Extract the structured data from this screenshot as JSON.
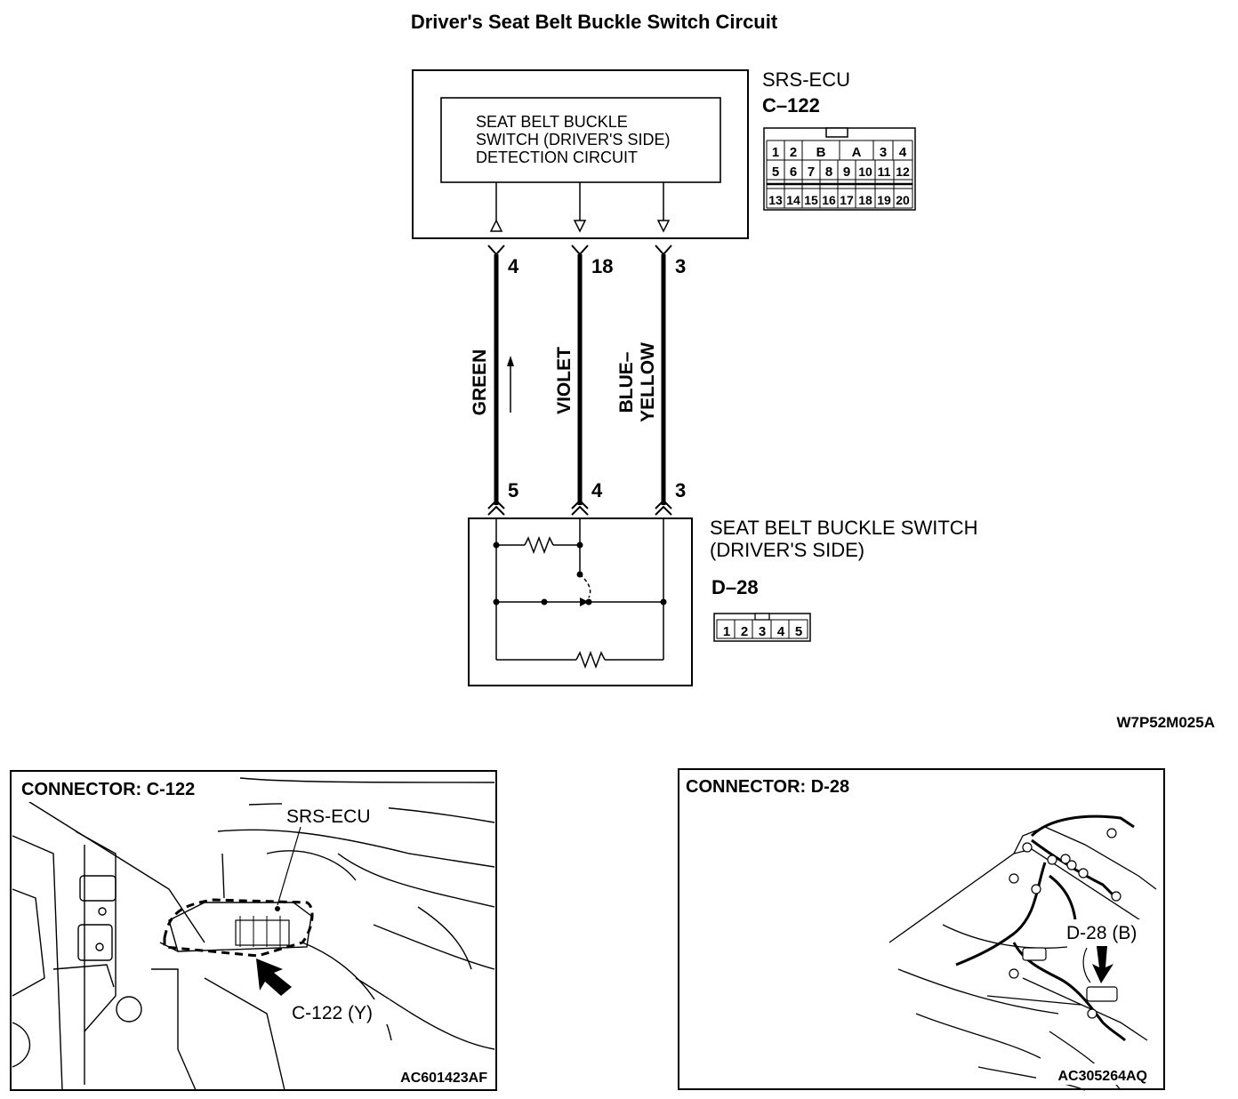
{
  "title": "Driver's Seat Belt Buckle Switch Circuit",
  "ecu": {
    "name": "SRS-ECU",
    "connector": "C–122",
    "circuit_lines": [
      "SEAT BELT BUCKLE",
      "SWITCH (DRIVER'S SIDE)",
      "DETECTION CIRCUIT"
    ],
    "pin_grid": {
      "row1": [
        "1",
        "2",
        "B",
        "A",
        "3",
        "4"
      ],
      "row2": [
        "5",
        "6",
        "7",
        "8",
        "9",
        "10",
        "11",
        "12"
      ],
      "row3": [
        "13",
        "14",
        "15",
        "16",
        "17",
        "18",
        "19",
        "20"
      ]
    }
  },
  "wires": [
    {
      "color_name": "GREEN",
      "top_pin": "4",
      "bottom_pin": "5"
    },
    {
      "color_name": "VIOLET",
      "top_pin": "18",
      "bottom_pin": "4"
    },
    {
      "color_name_lines": [
        "BLUE–",
        "YELLOW"
      ],
      "top_pin": "3",
      "bottom_pin": "3"
    }
  ],
  "switch": {
    "name_lines": [
      "SEAT BELT BUCKLE SWITCH",
      "(DRIVER'S SIDE)"
    ],
    "connector": "D–28",
    "pins": [
      "1",
      "2",
      "3",
      "4",
      "5"
    ]
  },
  "diagram_code": "W7P52M025A",
  "panels": [
    {
      "heading": "CONNECTOR: C-122",
      "label": "SRS-ECU",
      "callout": "C-122 (Y)",
      "code": "AC601423AF"
    },
    {
      "heading": "CONNECTOR: D-28",
      "callout": "D-28 (B)",
      "code": "AC305264AQ"
    }
  ]
}
